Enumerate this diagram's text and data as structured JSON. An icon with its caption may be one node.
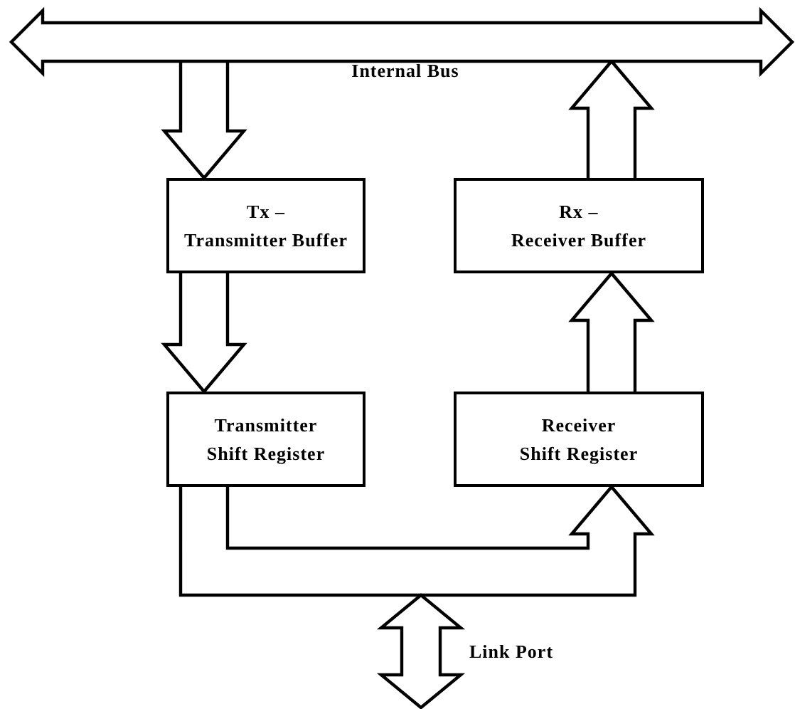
{
  "diagram": {
    "nodes": [
      {
        "text": [
          "Internal Bus"
        ]
      },
      {
        "text": [
          "Tx – Transmitter Buffer"
        ]
      },
      {
        "text": [
          "Rx – Receiver Buffer"
        ]
      },
      {
        "text": [
          "Transmitter Shift Register"
        ]
      },
      {
        "text": [
          "Receiver Shift Register"
        ]
      }
    ],
    "edges": [
      {
        "from": 0,
        "to": 1,
        "arrow": "to"
      },
      {
        "from": 1,
        "to": 3,
        "arrow": "to"
      },
      {
        "from": 4,
        "to": 2,
        "arrow": "to"
      },
      {
        "from": 2,
        "to": 0,
        "arrow": "to"
      },
      {
        "from": 3,
        "to": 4,
        "arrow": "to"
      }
    ],
    "labels": [
      "Link Port"
    ]
  }
}
